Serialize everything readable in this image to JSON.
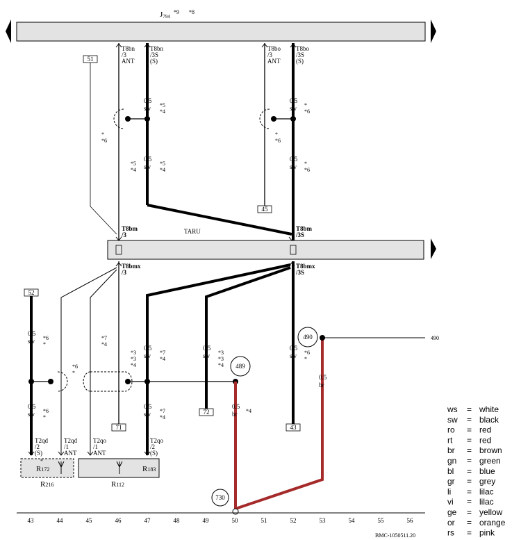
{
  "title": {
    "main": "J",
    "sub": "794",
    "note1": "*9",
    "note2": "*8"
  },
  "taru": "TARU",
  "connectors": {
    "t8bn_3": [
      "T8bn",
      "/3",
      "ANT"
    ],
    "t8bn_3s": [
      "T8bn",
      "/3S",
      "(S)"
    ],
    "t8bo_3": [
      "T8bo",
      "/3",
      "ANT"
    ],
    "t8bo_3s": [
      "T8bo",
      "/3S",
      "(S)"
    ],
    "t8bm_3": [
      "T8bm",
      "/3"
    ],
    "t8bm_3s": [
      "T8bm",
      "/3S"
    ],
    "t8bmx_3": [
      "T8bmx",
      "/3"
    ],
    "t8bmx_3s": [
      "T8bmx",
      "/3S"
    ],
    "t2qd_2": [
      "T2qd",
      "/2",
      "(S)"
    ],
    "t2qd_1": [
      "T2qd",
      "/1",
      "ANT"
    ],
    "t2qo_1": [
      "T2qo",
      "/1",
      "ANT"
    ],
    "t2qo_2": [
      "T2qo",
      "/2",
      "(S)"
    ]
  },
  "wire": {
    "size": "0.5",
    "sw": "sw",
    "br": "br"
  },
  "notes": {
    "n5": "*5",
    "n4": "*4",
    "n6": "*6",
    "n7": "*7",
    "n3": "*3",
    "star": "*"
  },
  "refs": {
    "r51": "51",
    "r45": "45",
    "r52": "52",
    "r71": "71",
    "r72": "72",
    "r43": "43",
    "r490": "490"
  },
  "nodes": {
    "n489": "489",
    "n490": "490",
    "n730": "730"
  },
  "components": {
    "r172": [
      "R",
      "172"
    ],
    "r216": [
      "R",
      "216"
    ],
    "r112": [
      "R",
      "112"
    ],
    "r183": [
      "R",
      "183"
    ]
  },
  "ruler": [
    "43",
    "44",
    "45",
    "46",
    "47",
    "48",
    "49",
    "50",
    "51",
    "52",
    "53",
    "54",
    "55",
    "56"
  ],
  "footer_code": "BMC-1050511.20",
  "legend": [
    {
      "code": "ws",
      "eq": "=",
      "name": "white"
    },
    {
      "code": "sw",
      "eq": "=",
      "name": "black"
    },
    {
      "code": "ro",
      "eq": "=",
      "name": "red"
    },
    {
      "code": "rt",
      "eq": "=",
      "name": "red"
    },
    {
      "code": "br",
      "eq": "=",
      "name": "brown"
    },
    {
      "code": "gn",
      "eq": "=",
      "name": "green"
    },
    {
      "code": "bl",
      "eq": "=",
      "name": "blue"
    },
    {
      "code": "gr",
      "eq": "=",
      "name": "grey"
    },
    {
      "code": "li",
      "eq": "=",
      "name": "lilac"
    },
    {
      "code": "vi",
      "eq": "=",
      "name": "lilac"
    },
    {
      "code": "ge",
      "eq": "=",
      "name": "yellow"
    },
    {
      "code": "or",
      "eq": "=",
      "name": "orange"
    },
    {
      "code": "rs",
      "eq": "=",
      "name": "pink"
    }
  ],
  "colors": {
    "wire_black": "#000000",
    "wire_brown": "#a52a2a",
    "bar_fill": "#e3e3e3"
  }
}
